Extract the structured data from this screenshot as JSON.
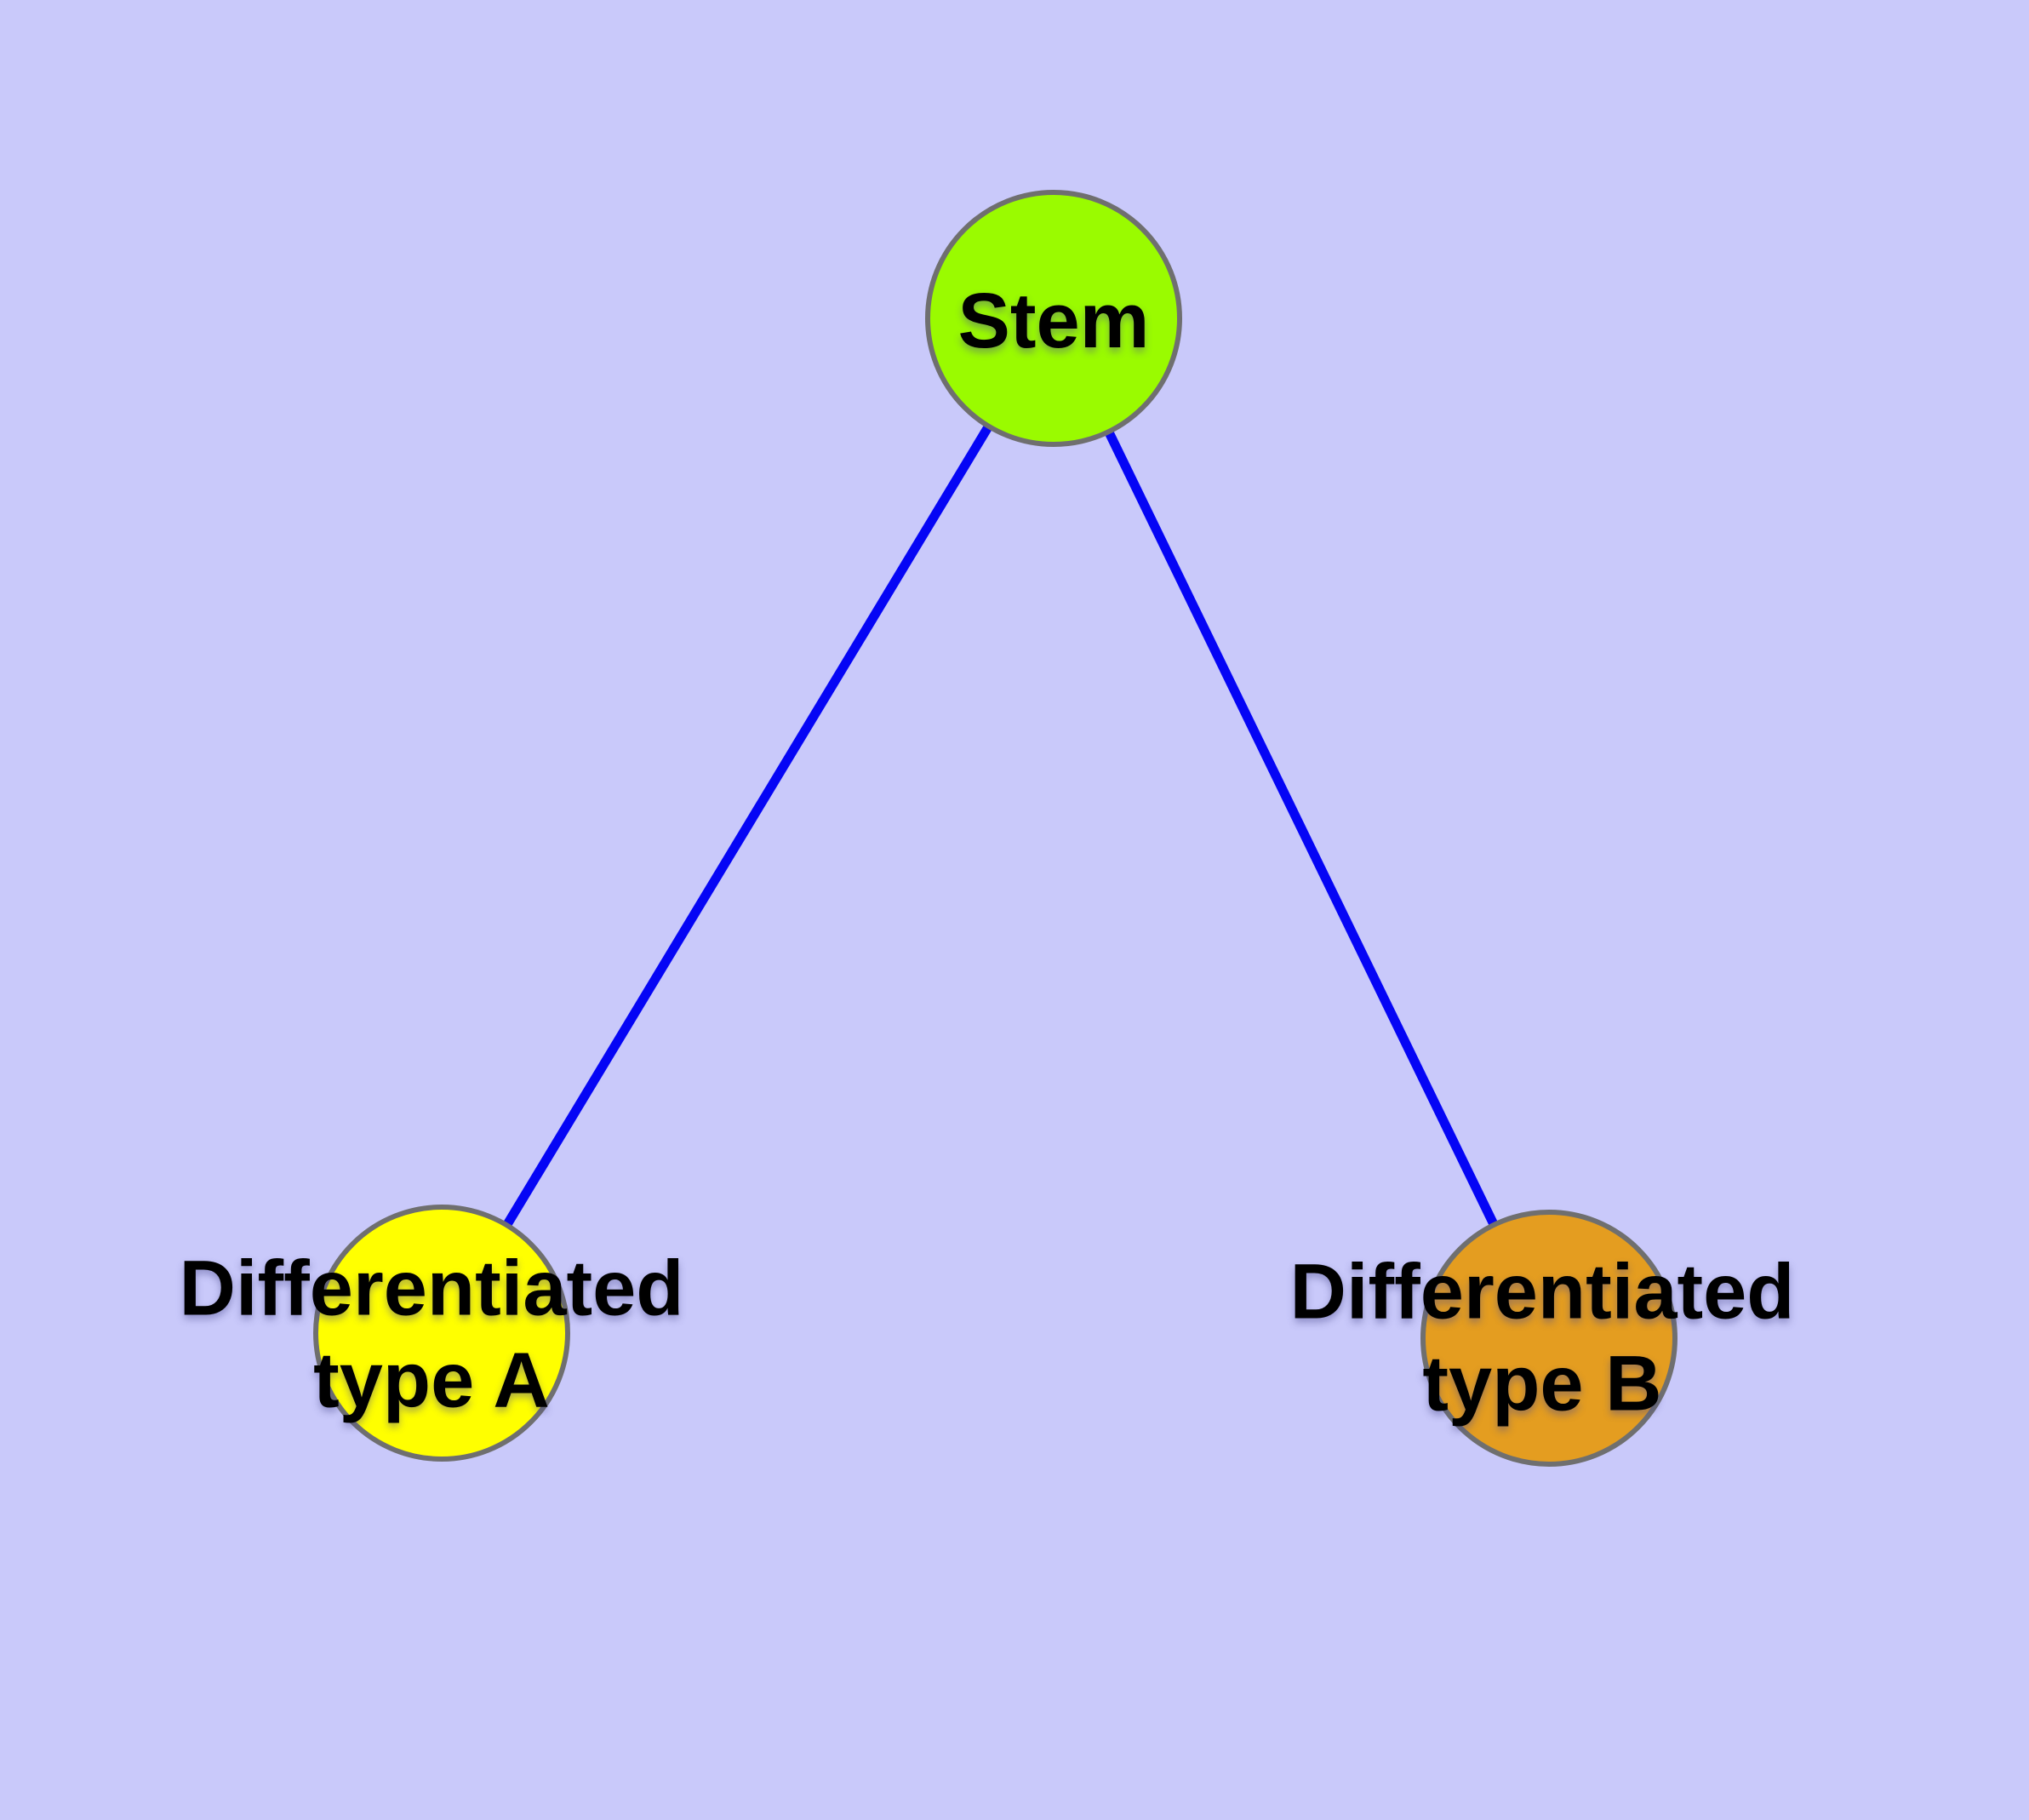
{
  "graph": {
    "background": "#C9C9FA",
    "edge_color": "#0505F5",
    "node_border_color": "#6F6F6F",
    "nodes": {
      "stem": {
        "label": "Stem",
        "fill": "#9AFB00"
      },
      "type_a": {
        "label": "Differentiated\ntype A",
        "fill": "#FFFF00"
      },
      "type_b": {
        "label": "Differentiated\ntype B",
        "fill": "#E49D20"
      }
    },
    "edges": [
      {
        "from": "Stem",
        "to": "Differentiated type A"
      },
      {
        "from": "Stem",
        "to": "Differentiated type B"
      }
    ]
  }
}
